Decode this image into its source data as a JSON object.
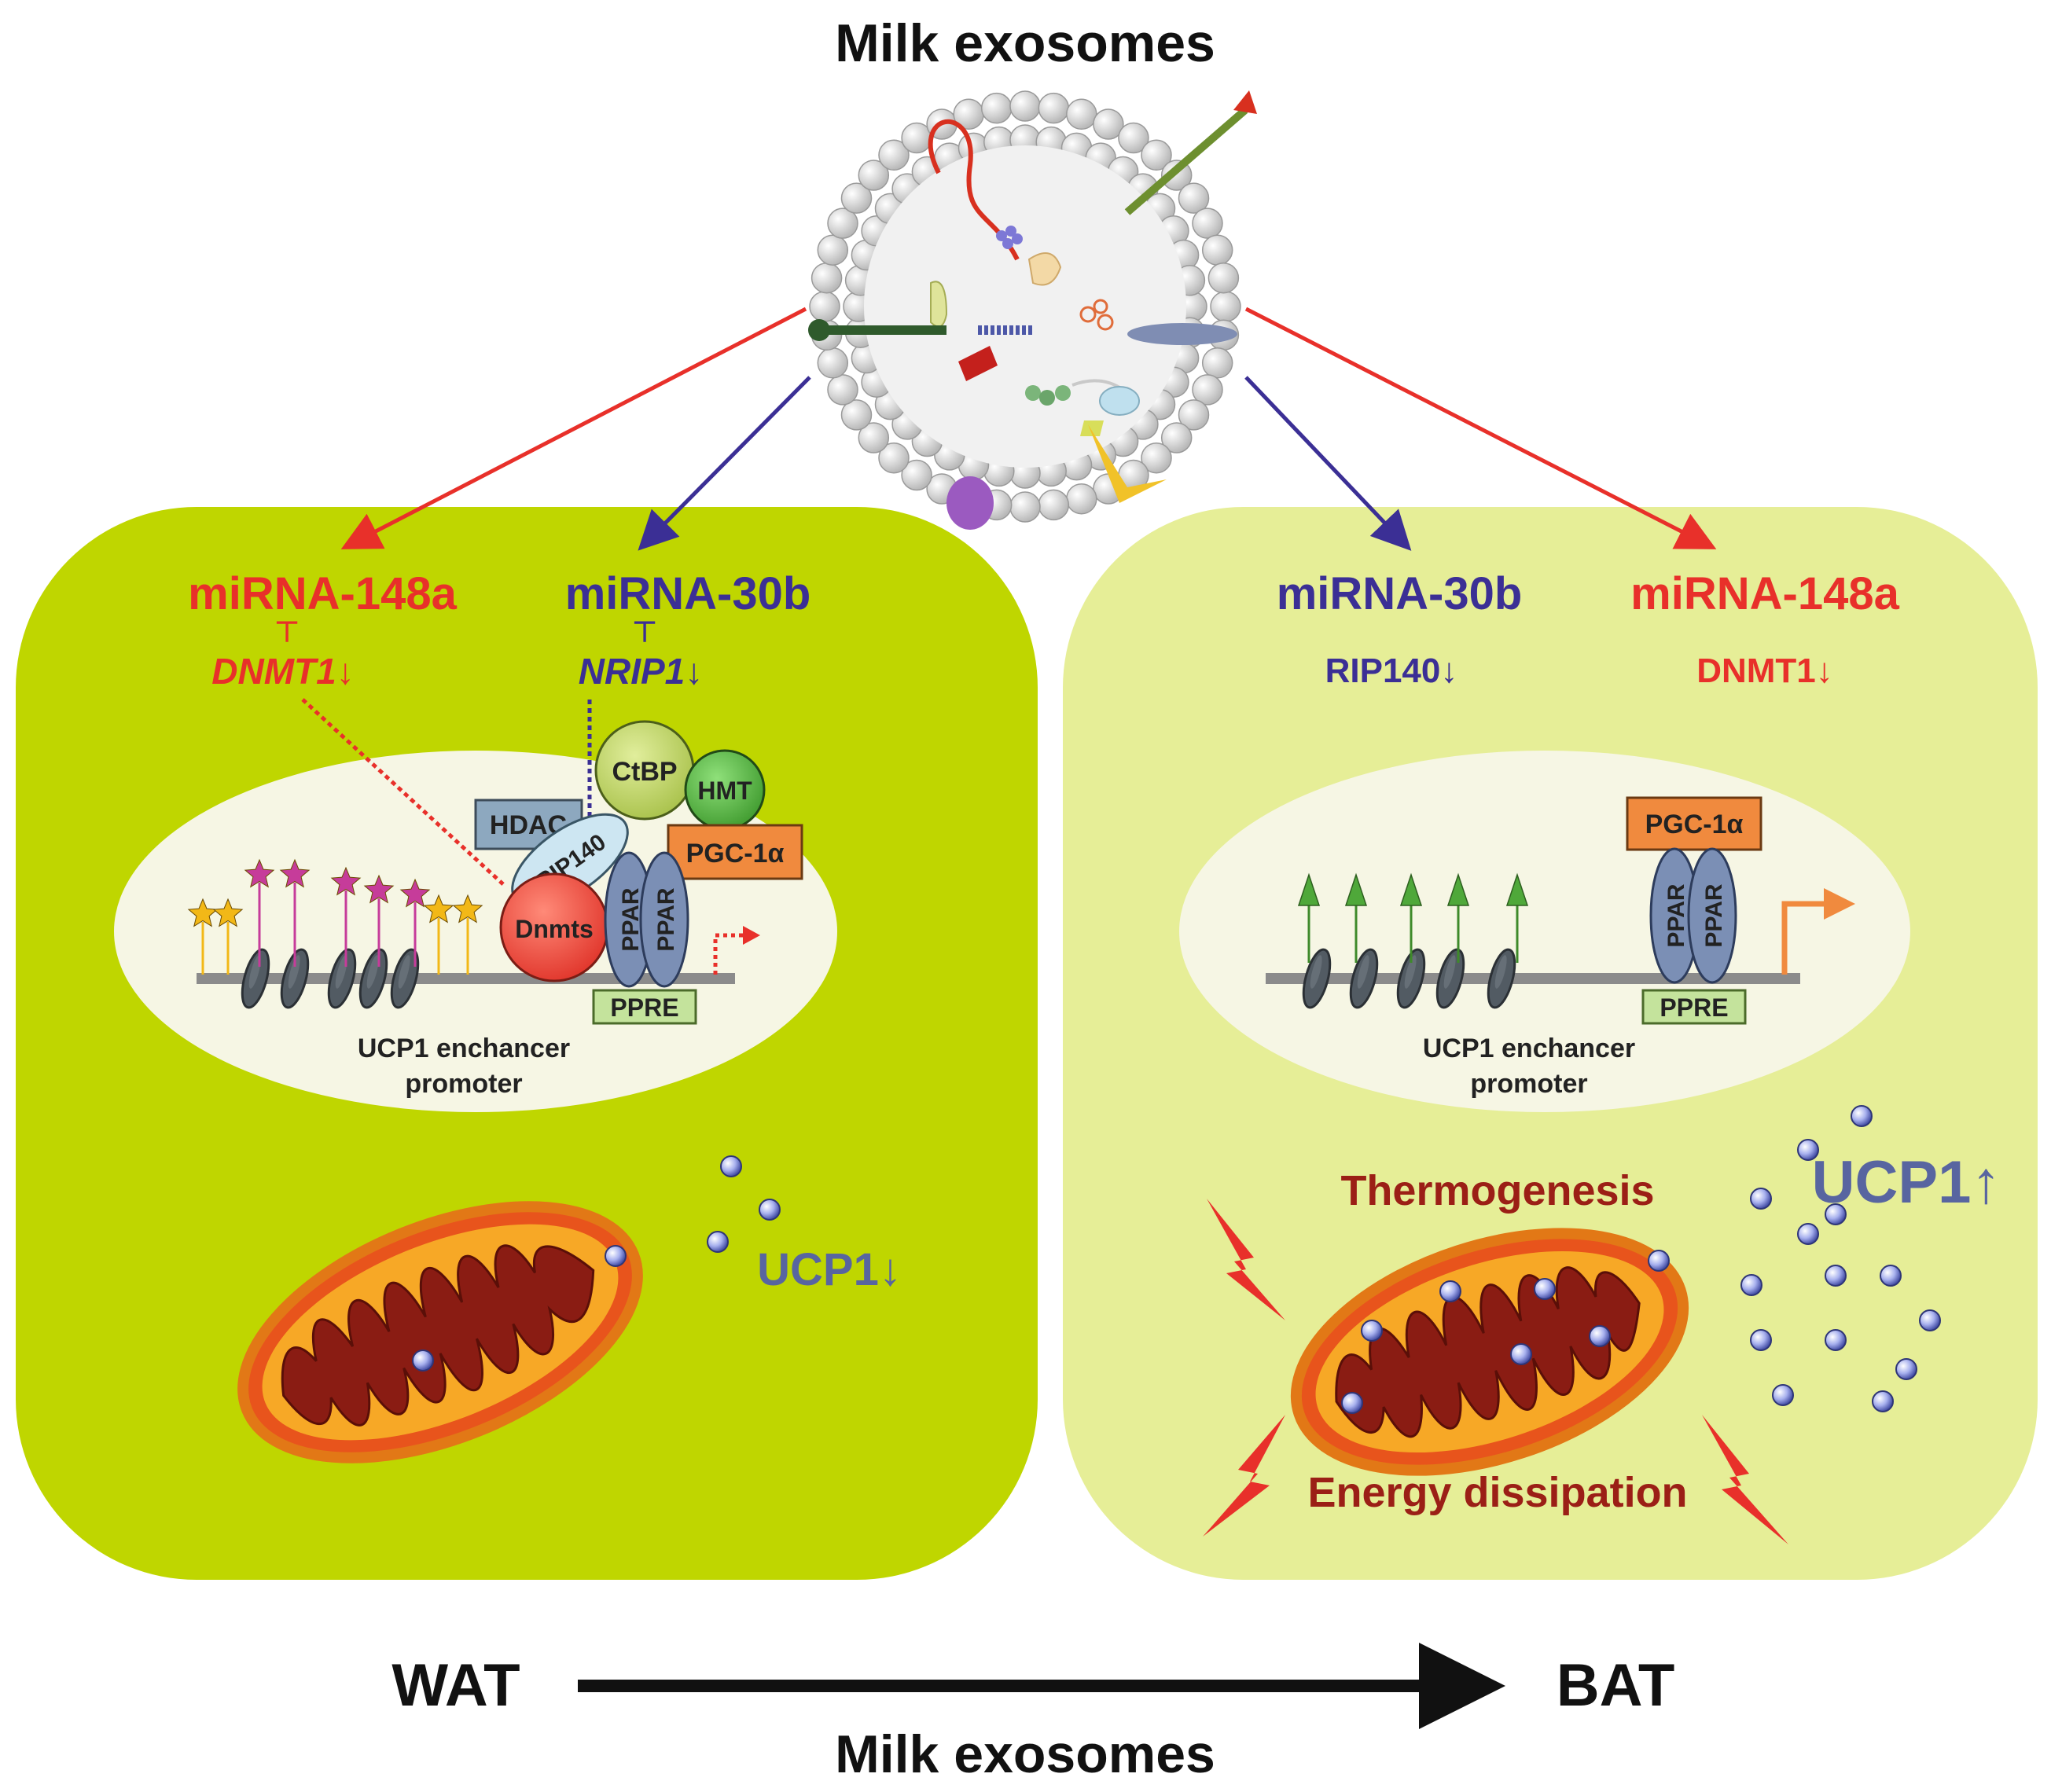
{
  "title_top": "Milk exosomes",
  "title_bottom": "Milk exosomes",
  "left_panel": {
    "mirna_a": "miRNA-148a",
    "mirna_b": "miRNA-30b",
    "target_a": "DNMT1",
    "target_b": "NRIP1",
    "down_arrow": "↓",
    "inhibit_symbol": "⊥",
    "proteins": {
      "ctbp": "CtBP",
      "hmt": "HMT",
      "hdac": "HDAC",
      "rip140": "RIP140",
      "pgc": "PGC-1α",
      "dnmts": "Dnmts",
      "ppar": "PPAR",
      "ppre": "PPRE"
    },
    "promoter_line1": "UCP1 enchancer",
    "promoter_line2": "promoter",
    "ucp1": "UCP1↓"
  },
  "right_panel": {
    "mirna_b": "miRNA-30b",
    "mirna_a": "miRNA-148a",
    "target_b": "RIP140↓",
    "target_a": "DNMT1↓",
    "proteins": {
      "pgc": "PGC-1α",
      "ppar": "PPAR",
      "ppre": "PPRE"
    },
    "promoter_line1": "UCP1 enchancer",
    "promoter_line2": "promoter",
    "thermogenesis": "Thermogenesis",
    "energy": "Energy dissipation",
    "ucp1": "UCP1↑"
  },
  "axis": {
    "left": "WAT",
    "right": "BAT"
  },
  "colors": {
    "red": "#e8302a",
    "blue": "#3b2f95",
    "left_bg": "#bfd600",
    "right_bg": "#e6ee97",
    "nucleus": "#f6f6e4",
    "dark_red_text": "#9b1f16",
    "ucp1_text": "#5865a0"
  }
}
